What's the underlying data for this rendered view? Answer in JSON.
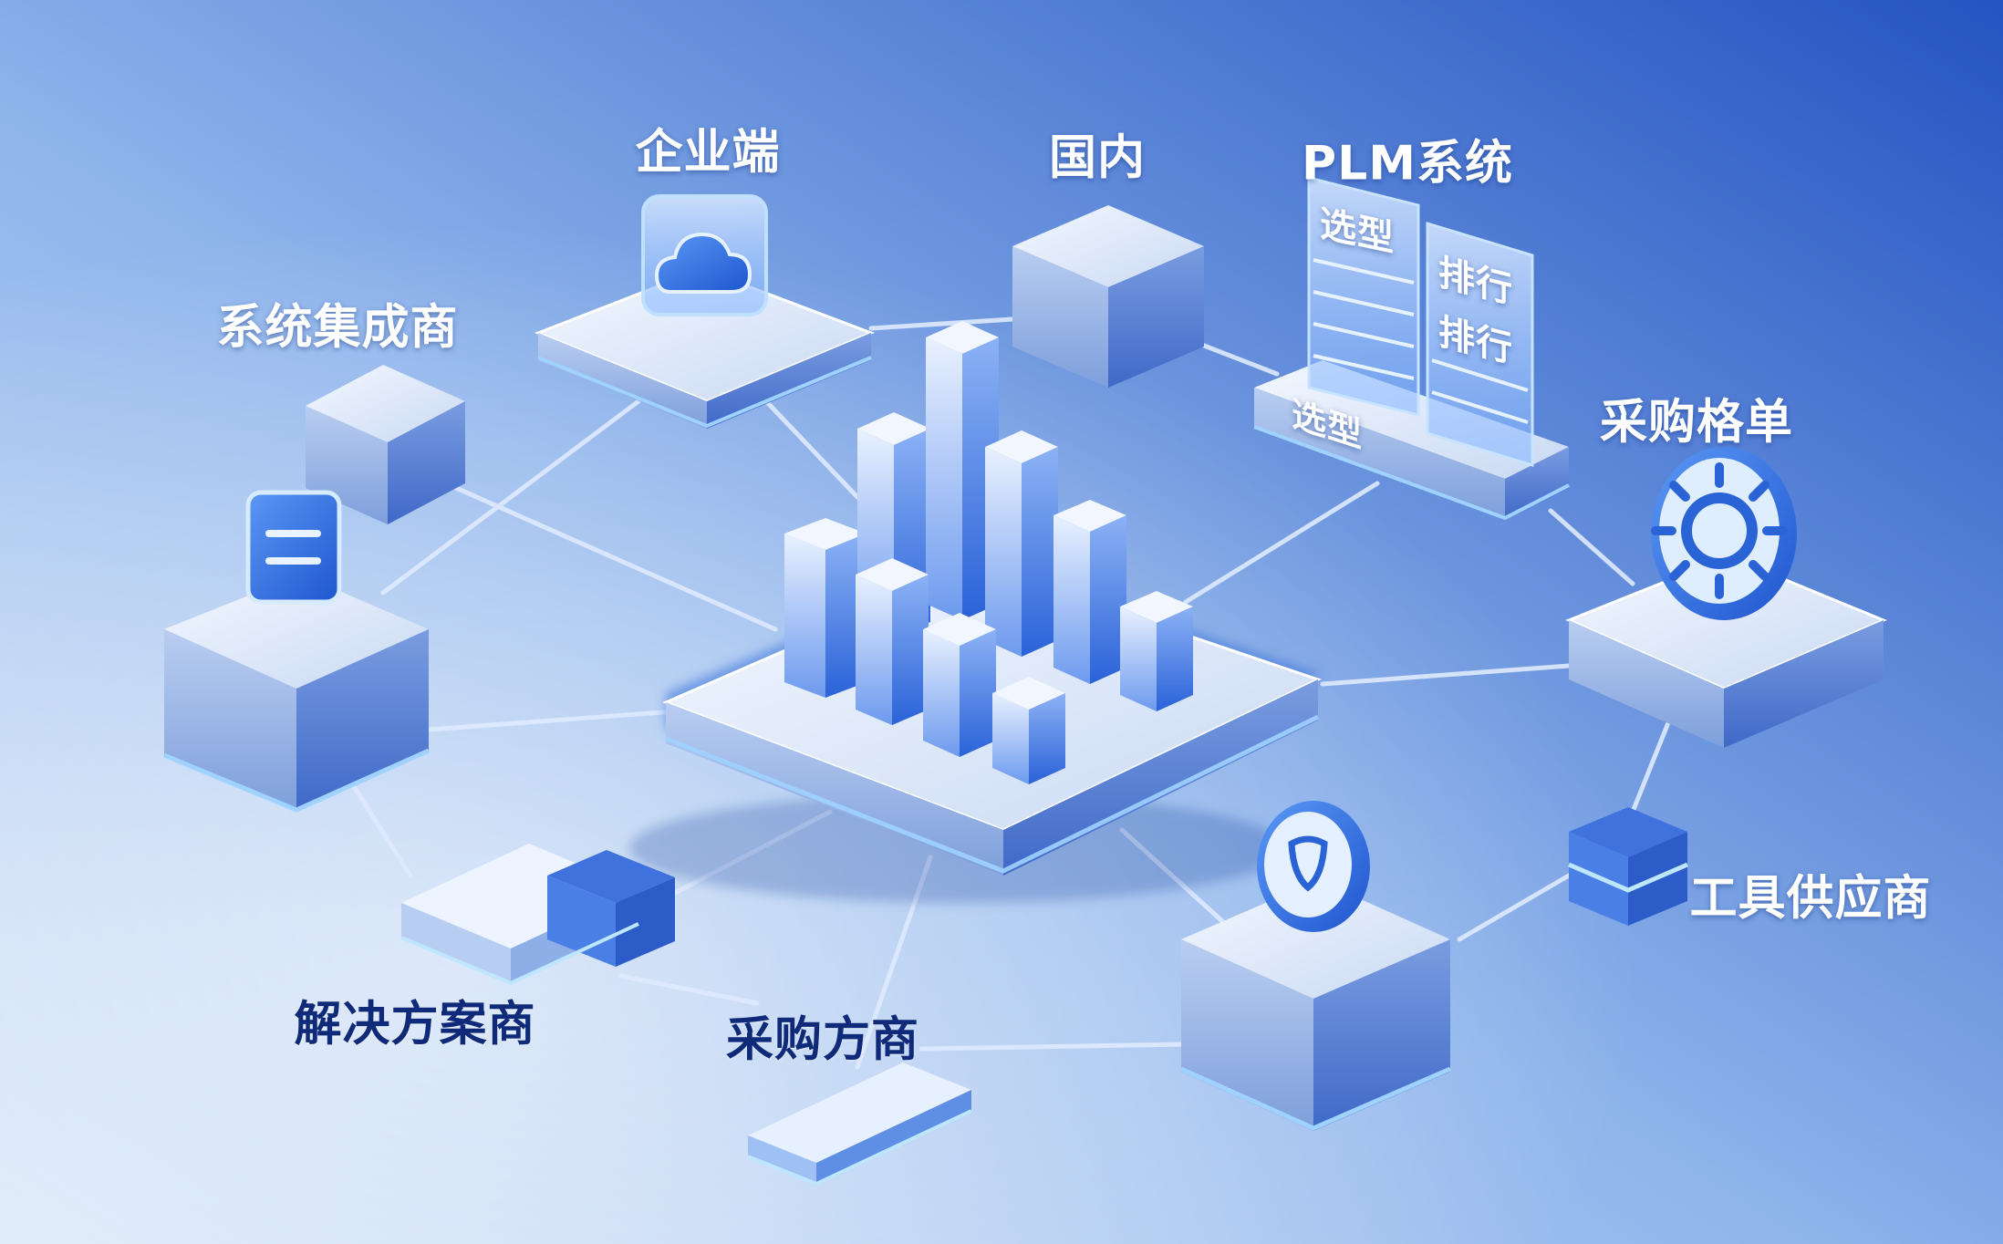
{
  "nodes": {
    "enterprise": "企业端",
    "domestic": "国内",
    "plm": "PLM系统",
    "integrator": "系统集成商",
    "procurement_list": "采购格单",
    "tool_supplier": "工具供应商",
    "solution_provider": "解决方案商",
    "purchaser": "采购方商"
  },
  "panel_texts": {
    "selection_top": "选型",
    "rank_1": "排行",
    "rank_2": "排行",
    "selection_bottom": "选型"
  },
  "colors": {
    "background_light": "#cfe0f7",
    "background_dark": "#2457c4",
    "accent": "#2f6be0",
    "glow": "#7fc3ff",
    "label_dark": "#0f2a78"
  },
  "icons": {
    "enterprise": "cloud-icon",
    "integrator": "document-icon",
    "procurement_list": "gear-icon",
    "purchaser_node": "shield-icon"
  }
}
